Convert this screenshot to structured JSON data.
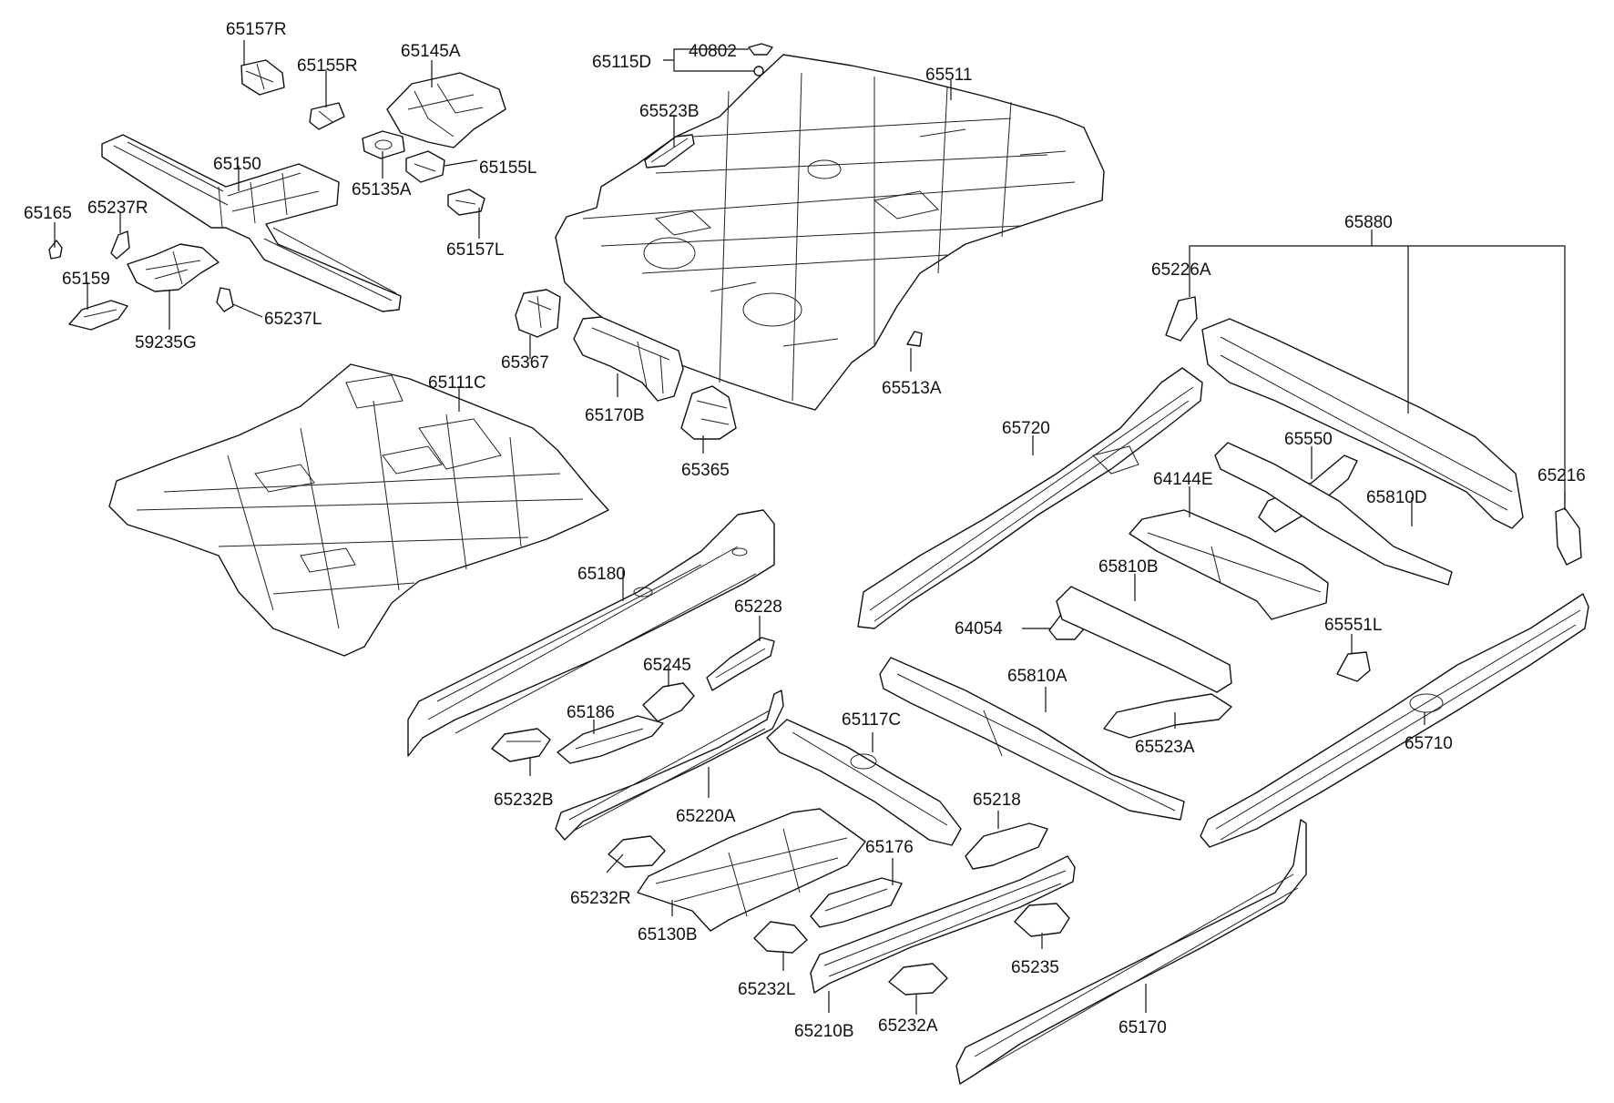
{
  "labels": {
    "l65157R": "65157R",
    "l65155R": "65155R",
    "l65145A": "65145A",
    "l65150": "65150",
    "l65135A": "65135A",
    "l65155L": "65155L",
    "l65165": "65165",
    "l65237R": "65237R",
    "l65157L": "65157L",
    "l65159": "65159",
    "l59235G": "59235G",
    "l65237L": "65237L",
    "l65115D": "65115D",
    "l40802": "40802",
    "l65511": "65511",
    "l65523B": "65523B",
    "l65367": "65367",
    "l65170B": "65170B",
    "l65513A": "65513A",
    "l65365": "65365",
    "l65111C": "65111C",
    "l65880": "65880",
    "l65226A": "65226A",
    "l65720": "65720",
    "l65550": "65550",
    "l64144E": "64144E",
    "l65810D": "65810D",
    "l65216": "65216",
    "l65810B": "65810B",
    "l64054": "64054",
    "l65180": "65180",
    "l65228": "65228",
    "l65245": "65245",
    "l65186": "65186",
    "l65551L": "65551L",
    "l65810A": "65810A",
    "l65117C": "65117C",
    "l65523A": "65523A",
    "l65710": "65710",
    "l65232B": "65232B",
    "l65220A": "65220A",
    "l65218": "65218",
    "l65176": "65176",
    "l65232R": "65232R",
    "l65130B": "65130B",
    "l65235": "65235",
    "l65232L": "65232L",
    "l65210B": "65210B",
    "l65232A": "65232A",
    "l65170": "65170"
  }
}
